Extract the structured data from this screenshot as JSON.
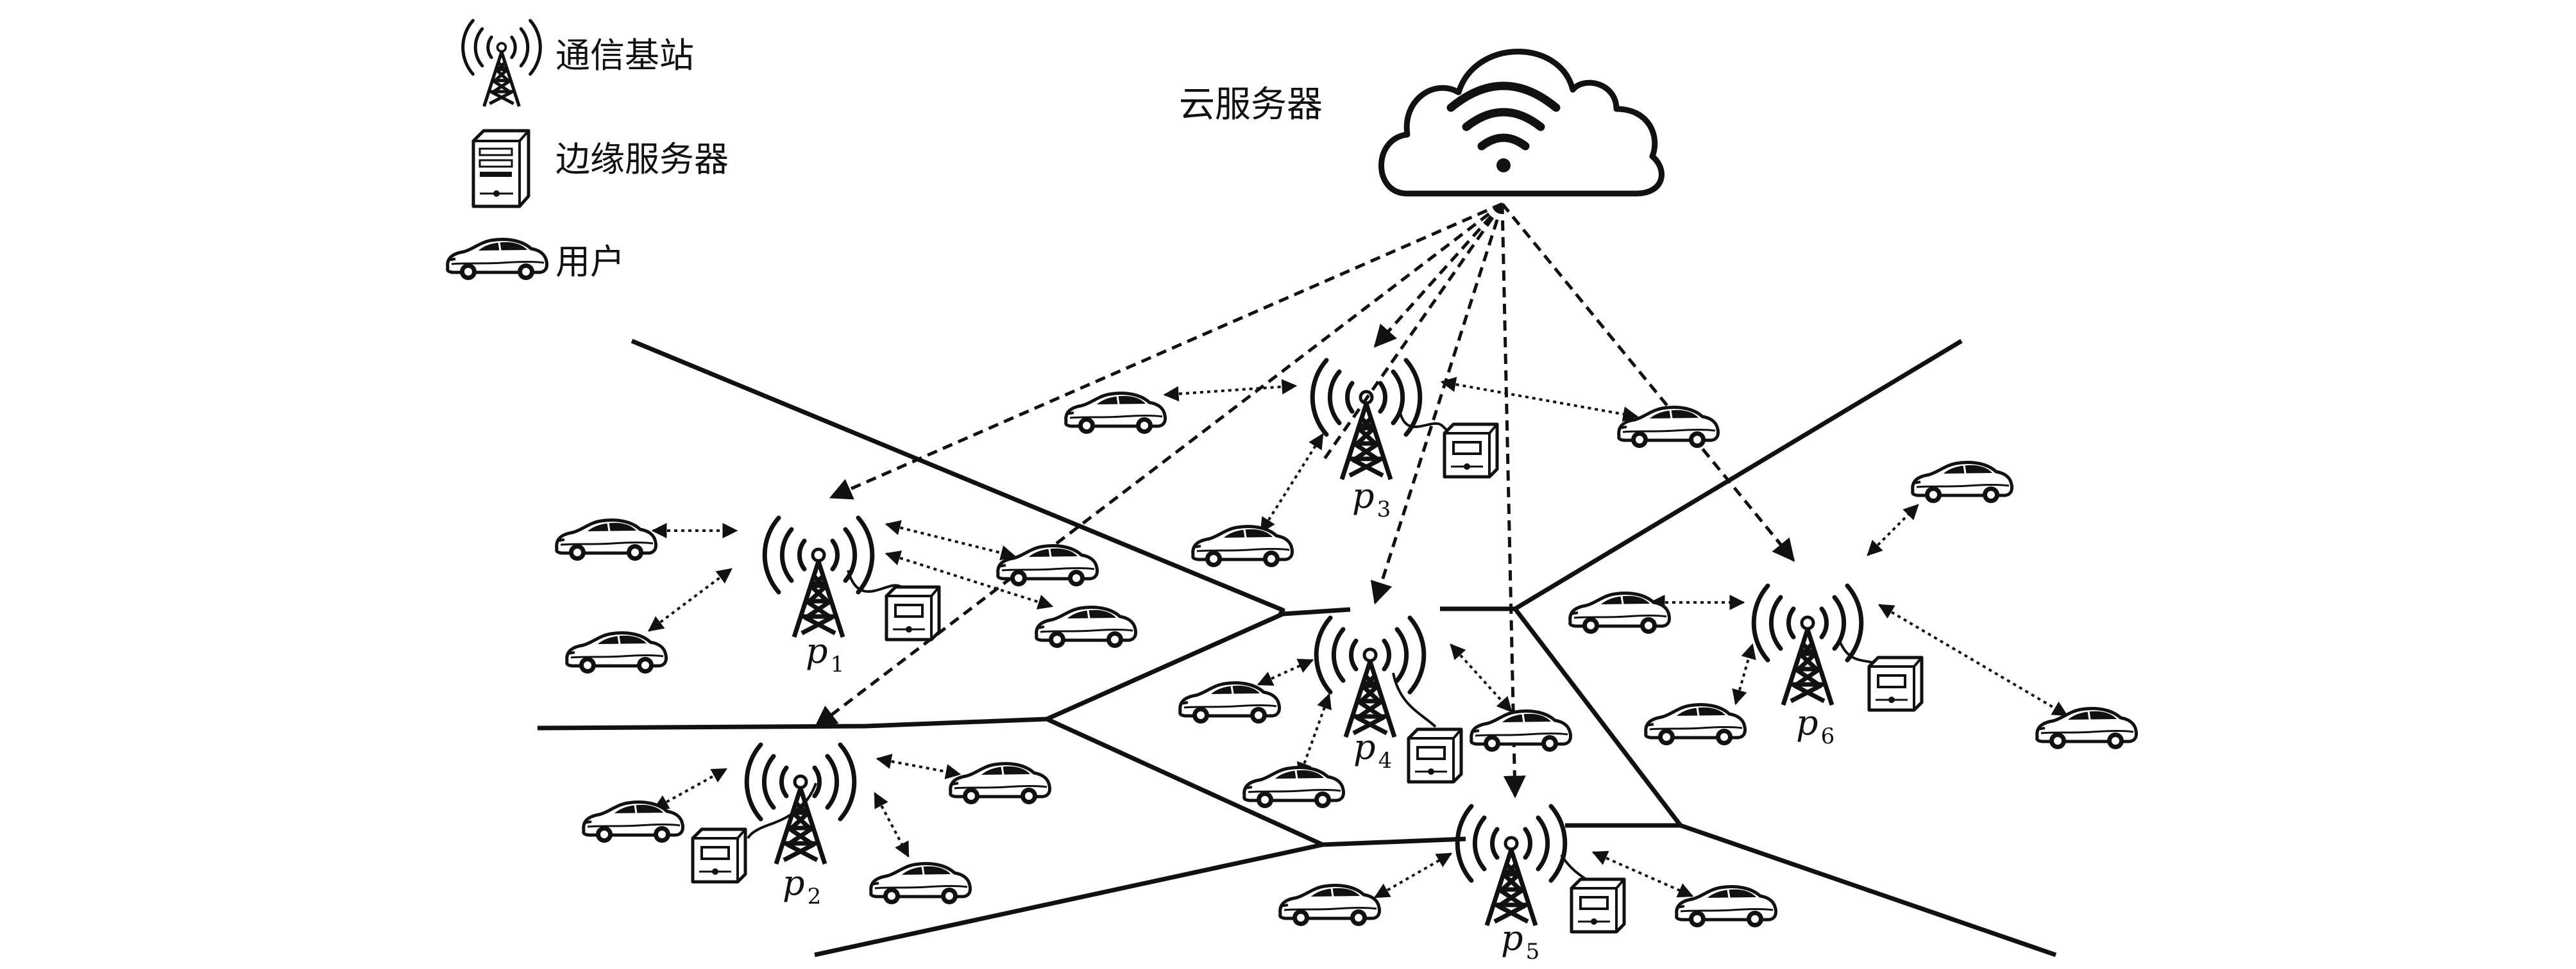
{
  "legend": [
    {
      "icon": "tower-icon",
      "label": "通信基站"
    },
    {
      "icon": "server-icon",
      "label": "边缘服务器"
    },
    {
      "icon": "car-icon",
      "label": "用户"
    }
  ],
  "cloud": {
    "label": "云服务器",
    "icon": "cloud-wifi-icon"
  },
  "stations": [
    {
      "id": "p1",
      "letter": "p",
      "sub": "1"
    },
    {
      "id": "p2",
      "letter": "p",
      "sub": "2"
    },
    {
      "id": "p3",
      "letter": "p",
      "sub": "3"
    },
    {
      "id": "p4",
      "letter": "p",
      "sub": "4"
    },
    {
      "id": "p5",
      "letter": "p",
      "sub": "5"
    },
    {
      "id": "p6",
      "letter": "p",
      "sub": "6"
    }
  ],
  "colors": {
    "ink": "#111111",
    "background": "#ffffff"
  }
}
